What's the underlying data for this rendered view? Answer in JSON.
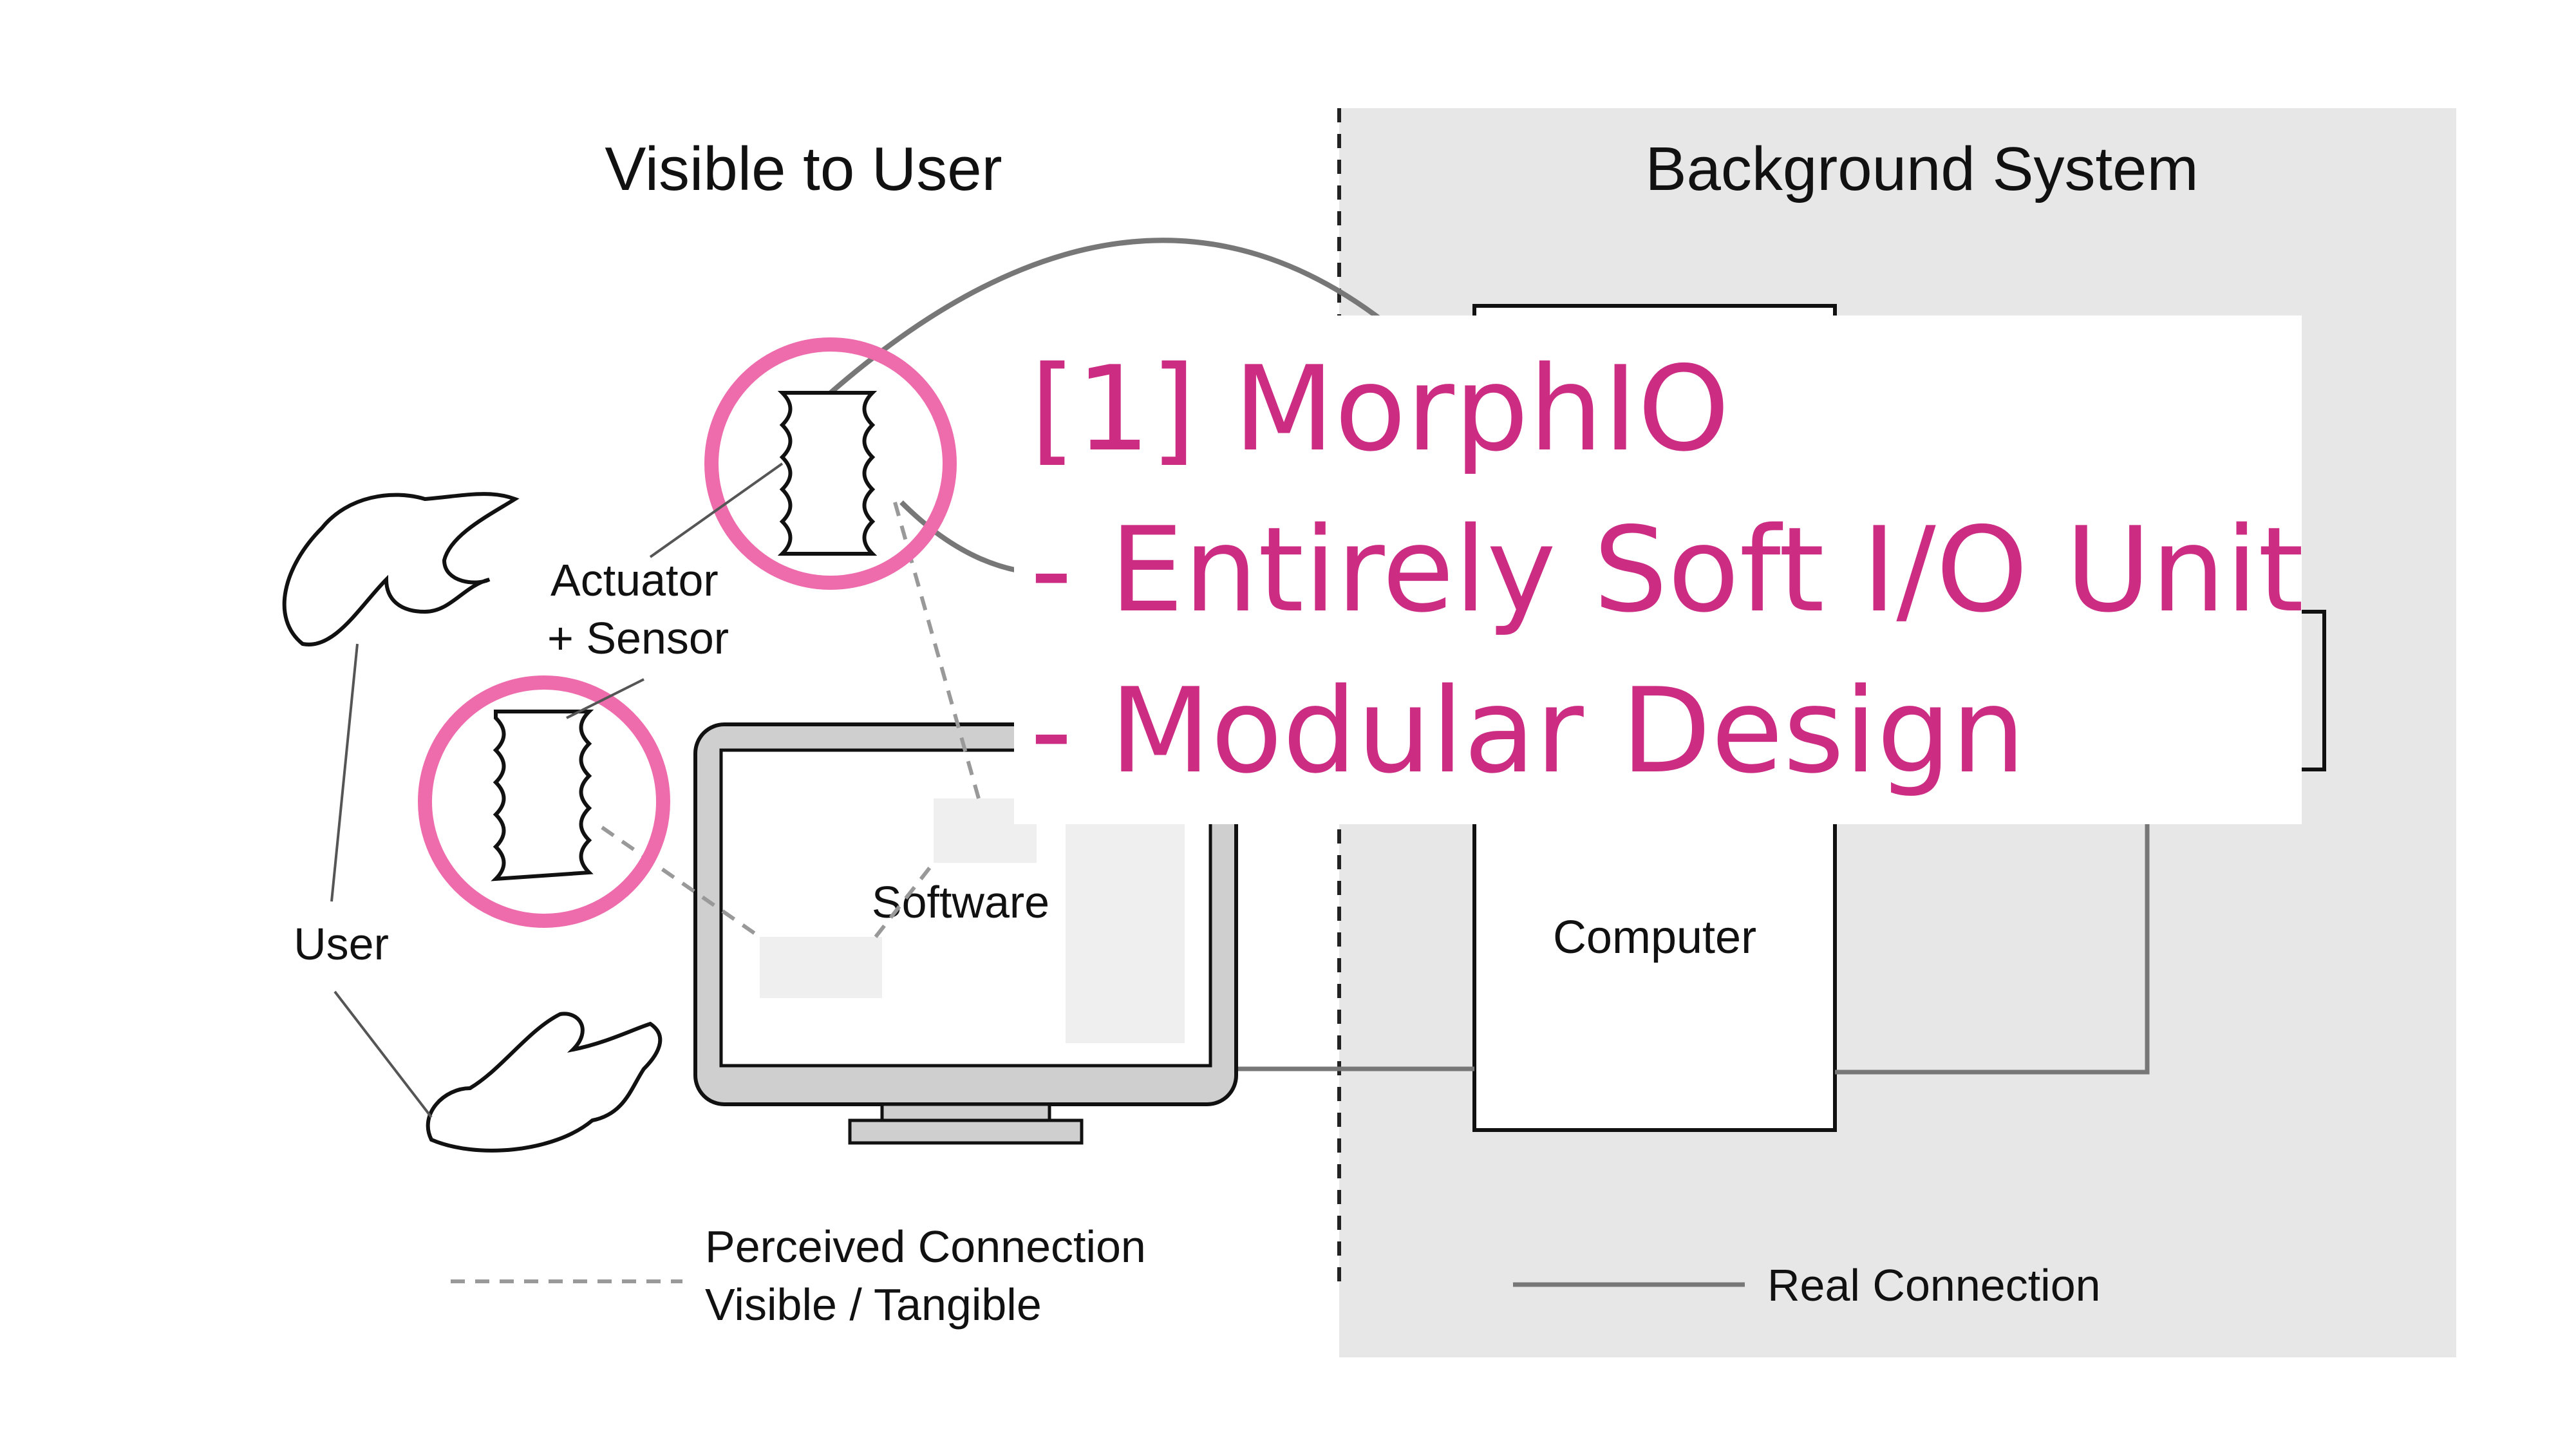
{
  "colors": {
    "accent": "#CC2D83",
    "highlight_ring": "#EE6BAC",
    "background_panel": "#E7E7E7",
    "line": "#777777"
  },
  "diagram": {
    "section_left_title": "Visible to User",
    "section_right_title": "Background System",
    "label_actuator_line1": "Actuator",
    "label_actuator_line2": "+ Sensor",
    "label_user": "User",
    "label_software": "Software",
    "label_computer": "Computer",
    "legend_perceived_line1": "Perceived Connection",
    "legend_perceived_line2": "Visible / Tangible",
    "legend_real": "Real Connection"
  },
  "callout": {
    "title": "[1] MorphIO",
    "bullet1": "- Entirely Soft I/O Unit",
    "bullet2": "- Modular Design"
  }
}
